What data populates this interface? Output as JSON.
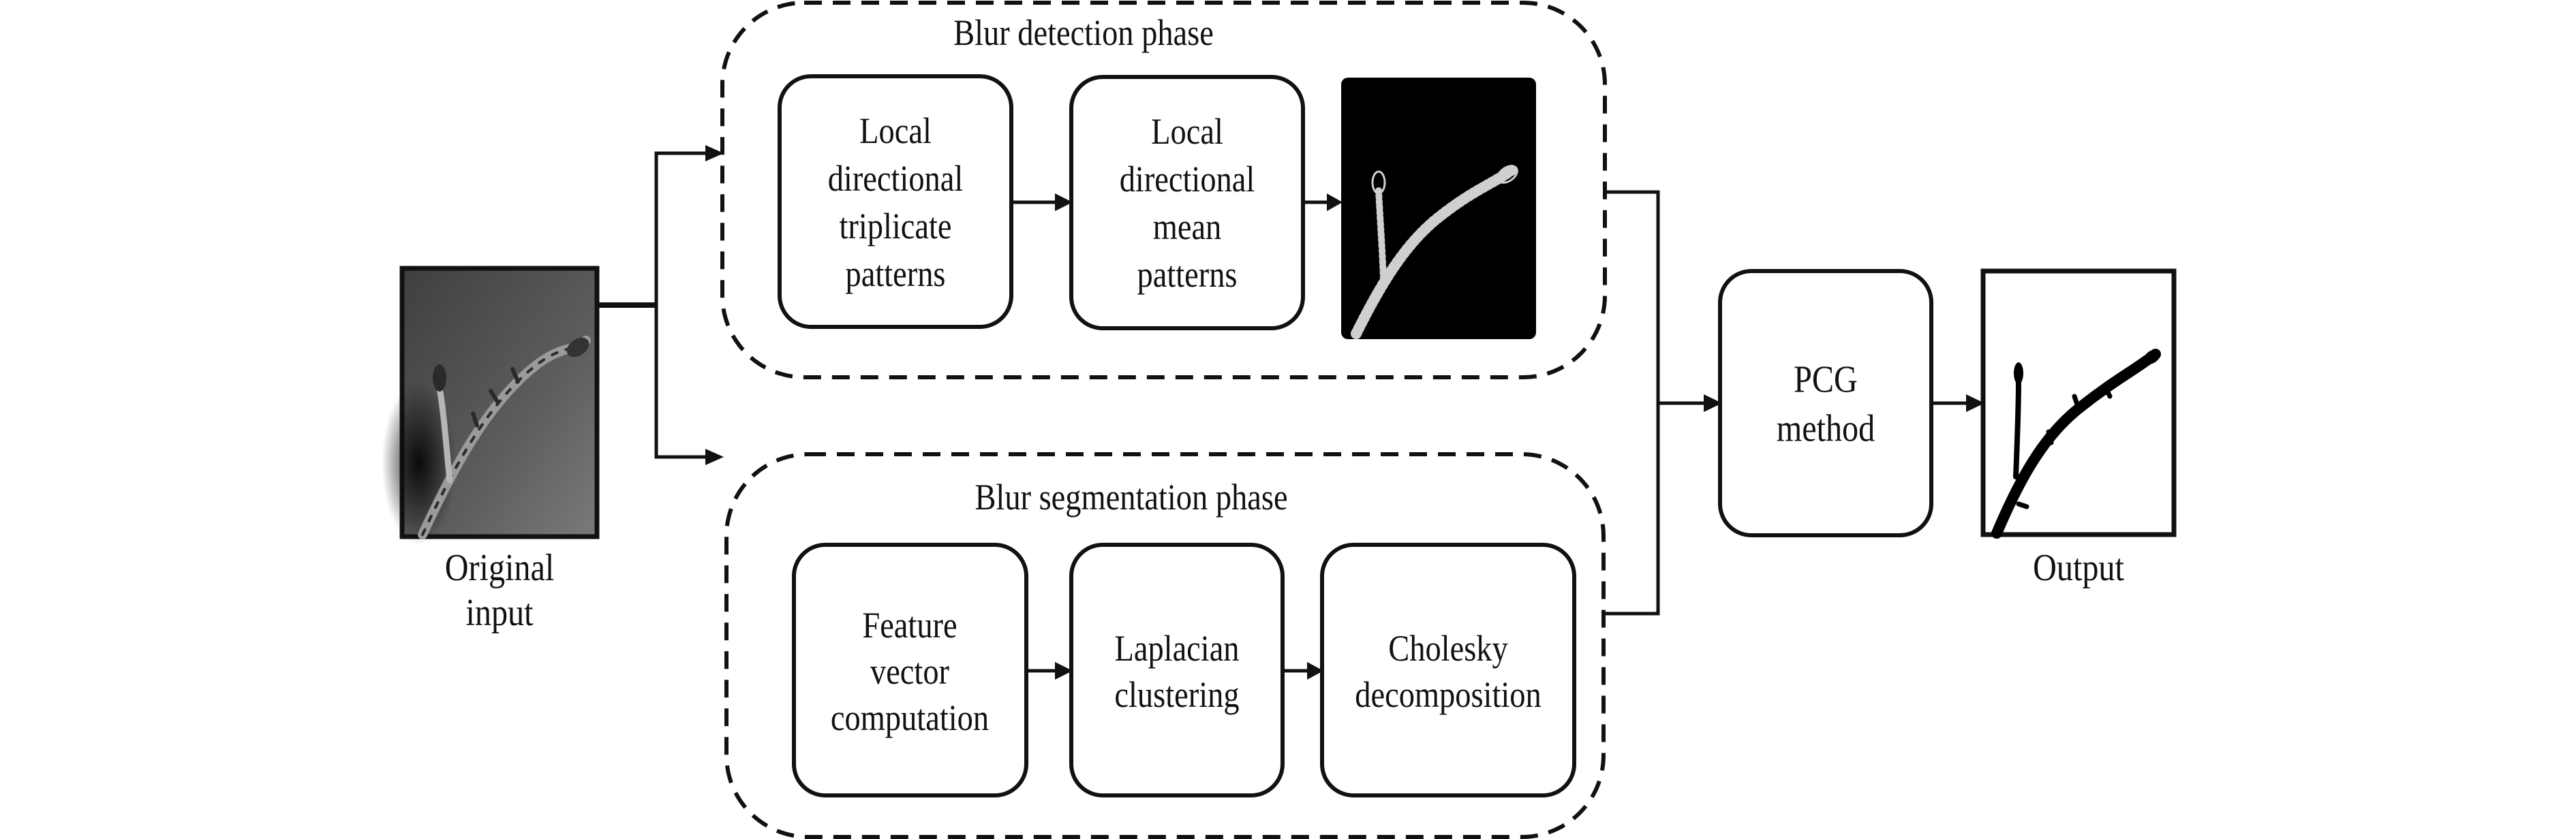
{
  "diagram": {
    "input": {
      "label_lines": [
        "Original",
        "input"
      ],
      "image": "blurred-grayscale-branch-photo"
    },
    "detection_phase": {
      "title": "Blur detection phase",
      "steps": [
        {
          "lines": [
            "Local",
            "directional",
            "triplicate",
            "patterns"
          ]
        },
        {
          "lines": [
            "Local",
            "directional",
            "mean",
            "patterns"
          ]
        }
      ],
      "result_image": "edge-map-branch-on-black"
    },
    "segmentation_phase": {
      "title": "Blur segmentation phase",
      "steps": [
        {
          "lines": [
            "Feature",
            "vector",
            "computation"
          ]
        },
        {
          "lines": [
            "Laplacian",
            "clustering"
          ]
        },
        {
          "lines": [
            "Cholesky",
            "decomposition"
          ]
        }
      ]
    },
    "pcg": {
      "lines": [
        "PCG",
        "method"
      ]
    },
    "output": {
      "label": "Output",
      "image": "binary-segmentation-mask-branch"
    },
    "colors": {
      "stroke": "#111111",
      "background": "#ffffff",
      "input_photo_bg": "#5e5e5e",
      "edge_map_bg": "#000000"
    }
  }
}
